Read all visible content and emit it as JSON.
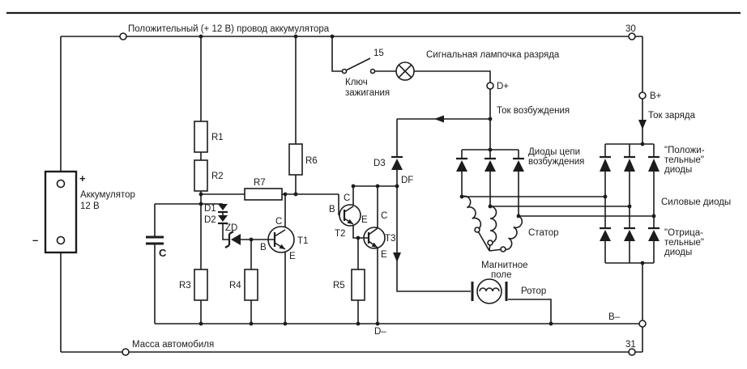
{
  "colors": {
    "ink": "#1c1c1c",
    "paper": "#ffffff"
  },
  "labels": {
    "positive_wire": "Положительный (+ 12 В) провод аккумулятора",
    "terminal_30": "30",
    "terminal_31": "31",
    "terminal_15": "15",
    "ignition_key_1": "Ключ",
    "ignition_key_2": "зажигания",
    "warning_lamp": "Сигнальная лампочка разряда",
    "d_plus": "D+",
    "b_plus": "B+",
    "d_minus": "D–",
    "b_minus": "B–",
    "df": "DF",
    "excitation_current": "Ток возбуждения",
    "charge_current": "Ток заряда",
    "field_diodes_1": "Диоды цепи",
    "field_diodes_2": "возбуждения",
    "positive_diodes_1": "\"Положи-",
    "positive_diodes_2": "тельные\"",
    "positive_diodes_3": "диоды",
    "power_diodes": "Силовые диоды",
    "negative_diodes_1": "\"Отрица-",
    "negative_diodes_2": "тельные\"",
    "negative_diodes_3": "диоды",
    "stator": "Статор",
    "magnetic_field_1": "Магнитное",
    "magnetic_field_2": "поле",
    "rotor": "Ротор",
    "battery_1": "Аккумулятор",
    "battery_2": "12 В",
    "battery_plus": "+",
    "battery_minus": "–",
    "ground_wire": "Масса автомобиля"
  },
  "components": {
    "r1": "R1",
    "r2": "R2",
    "r3": "R3",
    "r4": "R4",
    "r5": "R5",
    "r6": "R6",
    "r7": "R7",
    "d1": "D1",
    "d2": "D2",
    "d3": "D3",
    "zd": "ZD",
    "cap": "C",
    "t1": "T1",
    "t2": "T2",
    "t3": "T3"
  },
  "pins": {
    "t1_c": "C",
    "t1_b": "B",
    "t1_e": "E",
    "t2_c": "C",
    "t2_b": "B",
    "t2_e": "E",
    "t3_c": "C",
    "t3_e": "E"
  }
}
